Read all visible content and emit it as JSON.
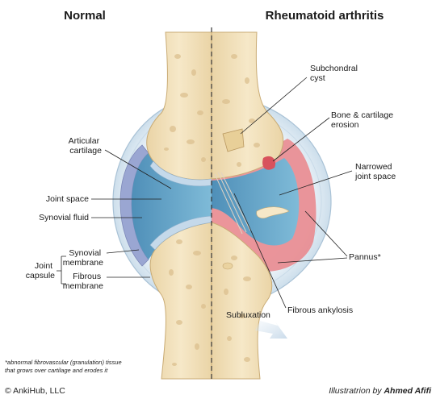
{
  "titles": {
    "left": "Normal",
    "right": "Rheumatoid arthritis"
  },
  "labels_left": {
    "articular_cartilage": [
      "Articular",
      "cartilage"
    ],
    "joint_space": "Joint space",
    "synovial_fluid": "Synovial fluid",
    "synovial_membrane": [
      "Synovial",
      "membrane"
    ],
    "fibrous_membrane": [
      "Fibrous",
      "membrane"
    ],
    "joint_capsule": [
      "Joint",
      "capsule"
    ]
  },
  "labels_right": {
    "subchondral_cyst": [
      "Subchondral",
      "cyst"
    ],
    "bone_cartilage_erosion": [
      "Bone & cartilage",
      "erosion"
    ],
    "narrowed_joint_space": [
      "Narrowed",
      "joint space"
    ],
    "pannus": "Pannus*",
    "fibrous_ankylosis": "Fibrous ankylosis",
    "subluxation": "Subluxation"
  },
  "footnote": [
    "*abnormal fibrovascular (granulation) tissue",
    "that grows over cartilage and erodes it"
  ],
  "copyright": "© AnkiHub, LLC",
  "credit": {
    "prefix": "Illustratrion by",
    "author": "Ahmed Afifi"
  },
  "colors": {
    "bone": "#f1dfb8",
    "bone_pore": "#dcc08f",
    "synovial_fluid": "#6aa9cb",
    "synovial_membrane": "#9aa6d2",
    "capsule": "#dbe8f2",
    "pannus": "#e98a8f",
    "accent_bone": "#e8cf98"
  }
}
